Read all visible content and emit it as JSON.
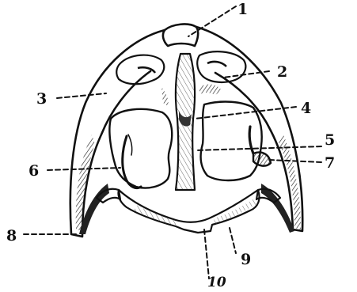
{
  "figure": {
    "labels": [
      {
        "id": "1",
        "text": "1"
      },
      {
        "id": "2",
        "text": "2"
      },
      {
        "id": "3",
        "text": "3"
      },
      {
        "id": "4",
        "text": "4"
      },
      {
        "id": "5",
        "text": "5"
      },
      {
        "id": "6",
        "text": "6"
      },
      {
        "id": "7",
        "text": "7"
      },
      {
        "id": "8",
        "text": "8"
      },
      {
        "id": "9",
        "text": "9"
      },
      {
        "id": "10",
        "text": "10"
      }
    ]
  },
  "colors": {
    "ink": "#111111",
    "paper": "#ffffff",
    "hatch": "#333333"
  }
}
